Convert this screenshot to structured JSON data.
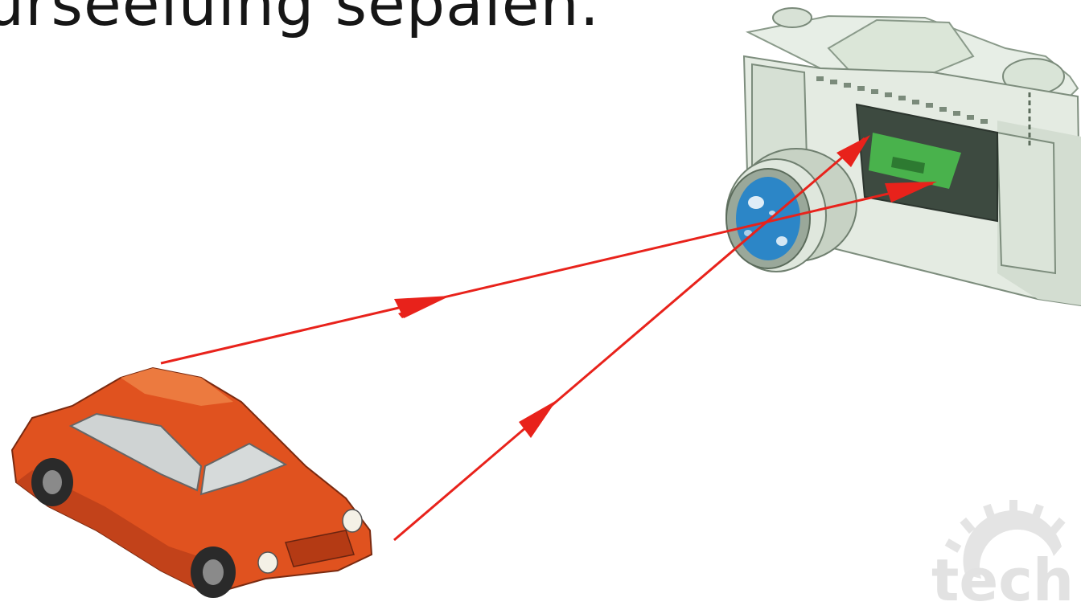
{
  "page": {
    "title_fragment": "urseeluing sepalen.",
    "watermark_text": "tech"
  },
  "colors": {
    "ray": "#e8221b",
    "car_body": "#e0521f",
    "camera_body": "#e6ece4",
    "lens_glass": "#2f86c9",
    "film_green": "#46b04a",
    "watermark": "#e4e4e4"
  },
  "icons": [
    "car-illustration",
    "camera-illustration",
    "gear-logo-icon"
  ]
}
